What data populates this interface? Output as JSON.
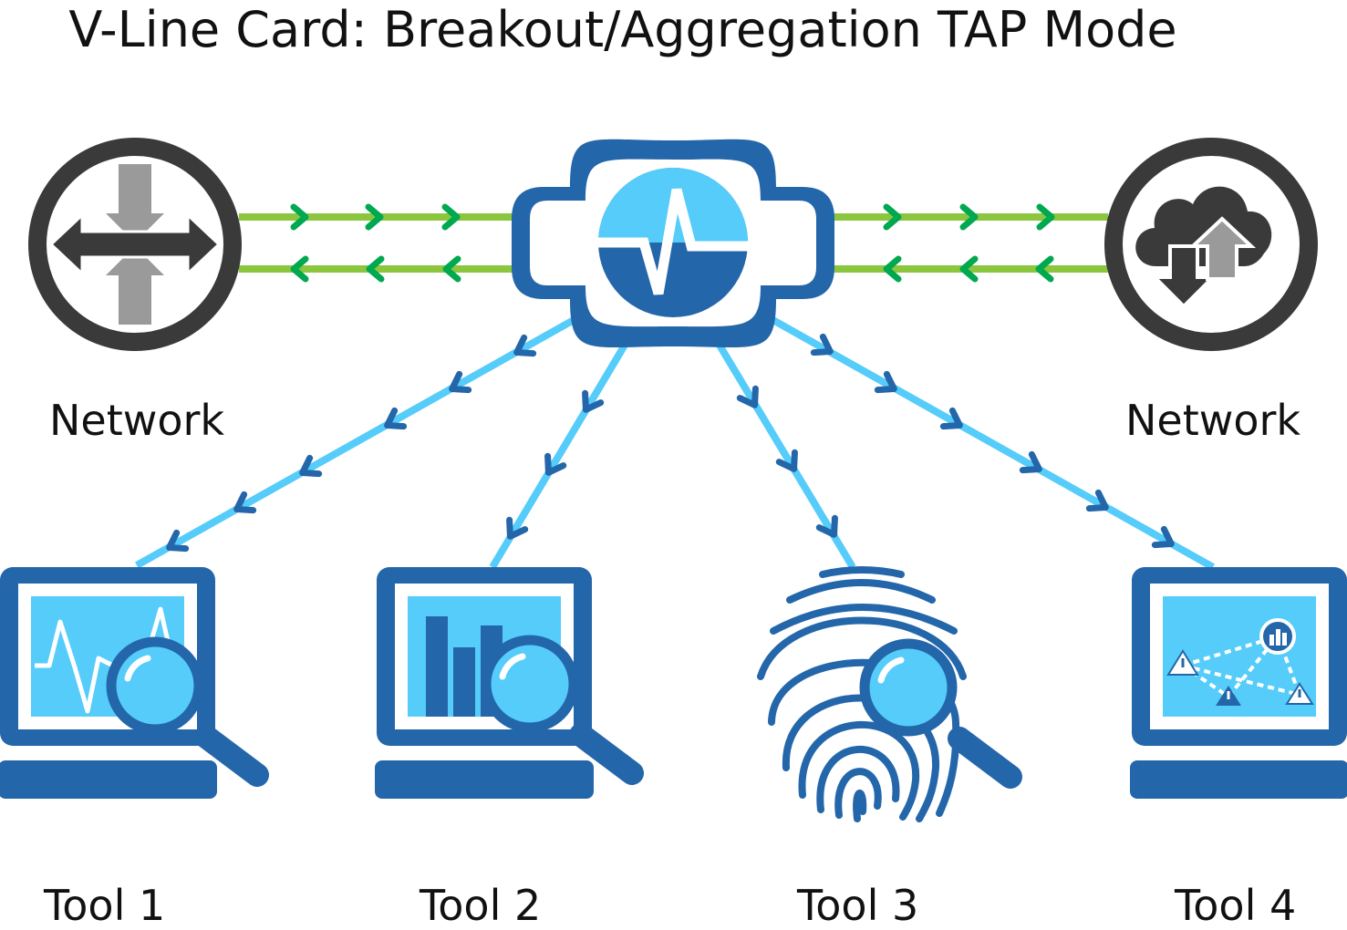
{
  "title": "V-Line Card: Breakout/Aggregation TAP Mode",
  "nodes": {
    "network_left": {
      "label": "Network",
      "icon": "router-arrows-icon"
    },
    "network_right": {
      "label": "Network",
      "icon": "cloud-upload-download-icon"
    },
    "tap": {
      "icon": "tap-device-pulse-icon"
    }
  },
  "tools": [
    {
      "label": "Tool 1",
      "icon": "monitor-waveform-magnifier-icon"
    },
    {
      "label": "Tool 2",
      "icon": "monitor-bar-chart-magnifier-icon"
    },
    {
      "label": "Tool 3",
      "icon": "fingerprint-magnifier-icon"
    },
    {
      "label": "Tool 4",
      "icon": "monitor-network-map-icon"
    }
  ],
  "colors": {
    "dark_blue": "#2466aa",
    "light_blue": "#55ccfa",
    "green_line": "#8cc63f",
    "green_chevron": "#00a84f",
    "dark_gray": "#3a3a3a",
    "mid_gray": "#9a9a9a"
  }
}
